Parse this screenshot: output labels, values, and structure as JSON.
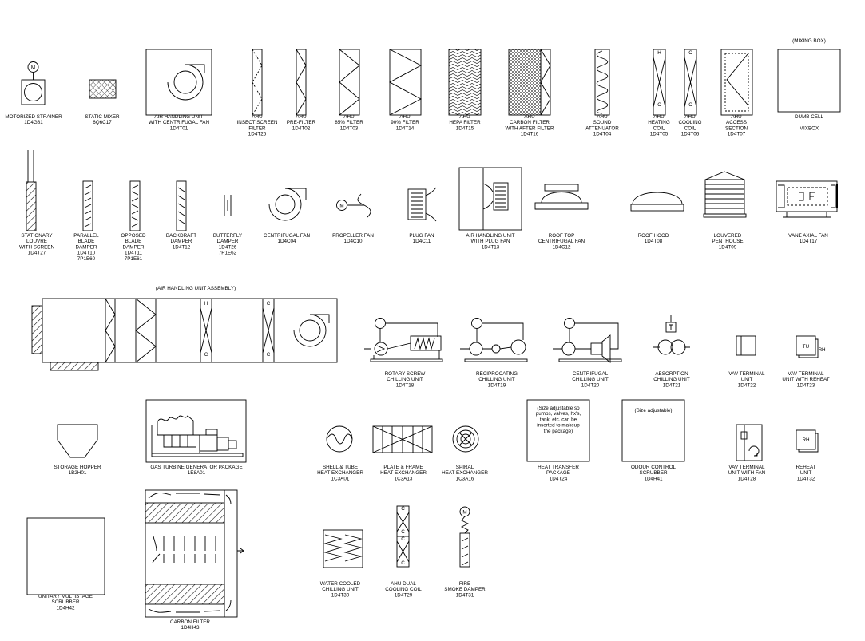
{
  "symbols": [
    {
      "id": "motorized-strainer",
      "lines": [
        "MOTORIZED STRAINER",
        "1D4G81"
      ],
      "mark": "M"
    },
    {
      "id": "static-mixer",
      "lines": [
        "STATIC MIXER",
        "6Q6C17"
      ]
    },
    {
      "id": "ahu-centrifugal-fan",
      "lines": [
        "AIR HANDLING UNIT",
        "WITH CENTRIFUGAL FAN",
        "1D4T01"
      ]
    },
    {
      "id": "ahu-insect-screen-filter",
      "lines": [
        "AHU",
        "INSECT SCREEN",
        "FILTER",
        "1D4T25"
      ]
    },
    {
      "id": "ahu-pre-filter",
      "lines": [
        "AHU",
        "PRE-FILTER",
        "1D4T02"
      ]
    },
    {
      "id": "ahu-85-filter",
      "lines": [
        "AHU",
        "85% FILTER",
        "1D4T03"
      ]
    },
    {
      "id": "ahu-90-filter",
      "lines": [
        "AHU",
        "90% FILTER",
        "1D4T14"
      ]
    },
    {
      "id": "ahu-hepa-filter",
      "lines": [
        "AHU",
        "HEPA FILTER",
        "1D4T15"
      ]
    },
    {
      "id": "ahu-carbon-filter",
      "lines": [
        "AHU",
        "CARBON FILTER",
        "WITH AFTER FILTER",
        "1D4T16"
      ]
    },
    {
      "id": "ahu-sound-attenuator",
      "lines": [
        "AHU",
        "SOUND",
        "ATTENUATOR",
        "1D4T04"
      ]
    },
    {
      "id": "ahu-heating-coil",
      "lines": [
        "AHU",
        "HEATING",
        "COIL",
        "1D4T05"
      ],
      "marks": [
        "H",
        "C"
      ]
    },
    {
      "id": "ahu-cooling-coil",
      "lines": [
        "AHU",
        "COOLING",
        "COIL",
        "1D4T06"
      ],
      "marks": [
        "C",
        "C"
      ]
    },
    {
      "id": "ahu-access-section",
      "lines": [
        "AHU",
        "ACCESS",
        "SECTION",
        "1D4T07"
      ]
    },
    {
      "id": "dumb-cell",
      "lines": [
        "DUMB CELL",
        "",
        "MIXBOX"
      ],
      "top": "(MIXING BOX)"
    },
    {
      "id": "stationary-louvre",
      "lines": [
        "STATIONARY",
        "LOUVRE",
        "WITH SCREEN",
        "1D4T27"
      ]
    },
    {
      "id": "parallel-blade-damper",
      "lines": [
        "PARALLEL",
        "BLADE",
        "DAMPER",
        "1D4T10",
        "7P1E60"
      ]
    },
    {
      "id": "opposed-blade-damper",
      "lines": [
        "OPPOSED",
        "BLADE",
        "DAMPER",
        "1D4T11",
        "7P1E61"
      ]
    },
    {
      "id": "backdraft-damper",
      "lines": [
        "BACKDRAFT",
        "DAMPER",
        "1D4T12"
      ]
    },
    {
      "id": "butterfly-damper",
      "lines": [
        "BUTTERFLY",
        "DAMPER",
        "1D4T26",
        "7P1E62"
      ]
    },
    {
      "id": "centrifugal-fan",
      "lines": [
        "CENTRIFUGAL FAN",
        "1D4C04"
      ]
    },
    {
      "id": "propeller-fan",
      "lines": [
        "PROPELLER FAN",
        "1D4C10"
      ],
      "mark": "M"
    },
    {
      "id": "plug-fan",
      "lines": [
        "PLUG FAN",
        "1D4C11"
      ]
    },
    {
      "id": "ahu-plug-fan",
      "lines": [
        "AIR HANDLING UNIT",
        "WITH PLUG FAN",
        "1D4T13"
      ]
    },
    {
      "id": "roof-top-centrifugal-fan",
      "lines": [
        "ROOF TOP",
        "CENTRIFUGAL FAN",
        "1D4C12"
      ]
    },
    {
      "id": "roof-hood",
      "lines": [
        "ROOF HOOD",
        "1D4T08"
      ]
    },
    {
      "id": "louvered-penthouse",
      "lines": [
        "LOUVERED",
        "PENTHOUSE",
        "1D4T09"
      ]
    },
    {
      "id": "vane-axial-fan",
      "lines": [
        "VANE AXIAL FAN",
        "1D4T17"
      ]
    },
    {
      "id": "ahu-assembly",
      "lines": [],
      "top": "(AIR HANDLING UNIT ASSEMBLY)",
      "marks": [
        "H",
        "C",
        "C",
        "C"
      ]
    },
    {
      "id": "rotary-screw-chilling-unit",
      "lines": [
        "ROTARY SCREW",
        "CHILLING UNIT",
        "1D4T18"
      ]
    },
    {
      "id": "reciprocating-chilling-unit",
      "lines": [
        "RECIPROCATING",
        "CHILLING UNIT",
        "1D4T19"
      ]
    },
    {
      "id": "centrifugal-chilling-unit",
      "lines": [
        "CENTRIFUGAL",
        "CHILLING UNIT",
        "1D4T20"
      ]
    },
    {
      "id": "absorption-chilling-unit",
      "lines": [
        "ABSORPTION",
        "CHILLING UNIT",
        "1D4T21"
      ]
    },
    {
      "id": "vav-terminal-unit",
      "lines": [
        "VAV TERMINAL",
        "UNIT",
        "1D4T22"
      ]
    },
    {
      "id": "vav-terminal-reheat",
      "lines": [
        "VAV TERMINAL",
        "UNIT WITH REHEAT",
        "1D4T23"
      ],
      "marks": [
        "TU",
        "RH"
      ]
    },
    {
      "id": "storage-hopper",
      "lines": [
        "STORAGE HOPPER",
        "1B2H01"
      ]
    },
    {
      "id": "gas-turbine-generator",
      "lines": [
        "GAS TURBINE GENERATOR PACKAGE",
        "1E8A01"
      ]
    },
    {
      "id": "shell-tube-hx",
      "lines": [
        "SHELL & TUBE",
        "HEAT EXCHANGER",
        "1C3A01"
      ]
    },
    {
      "id": "plate-frame-hx",
      "lines": [
        "PLATE & FRAME",
        "HEAT EXCHANGER",
        "1C3A13"
      ]
    },
    {
      "id": "spiral-hx",
      "lines": [
        "SPIRAL",
        "HEAT EXCHANGER",
        "1C3A16"
      ]
    },
    {
      "id": "heat-transfer-package",
      "lines": [
        "HEAT TRANSFER",
        "PACKAGE",
        "1D4T24"
      ],
      "note": [
        "(Size adjustable so",
        "pumps, valves, hx's,",
        "tank, etc. can be",
        "inserted to makeup",
        "the package)"
      ]
    },
    {
      "id": "odour-control-scrubber",
      "lines": [
        "ODOUR CONTROL",
        "SCRUBBER",
        "1D4H41"
      ],
      "note": [
        "(Size adjustable)"
      ]
    },
    {
      "id": "vav-terminal-fan",
      "lines": [
        "VAV TERMINAL",
        "UNIT WITH FAN",
        "1D4T28"
      ]
    },
    {
      "id": "reheat-unit",
      "lines": [
        "REHEAT",
        "UNIT",
        "1D4T32"
      ],
      "marks": [
        "RH"
      ]
    },
    {
      "id": "unitary-multistage-scrubber",
      "lines": [
        "UNITARY MULTISTAGE",
        "SCRUBBER",
        "1D4H42"
      ]
    },
    {
      "id": "carbon-filter",
      "lines": [
        "CARBON FILTER",
        "1D4H43"
      ]
    },
    {
      "id": "water-cooled-chilling-unit",
      "lines": [
        "WATER COOLED",
        "CHILLING UNIT",
        "1D4T30"
      ]
    },
    {
      "id": "ahu-dual-cooling-coil",
      "lines": [
        "AHU DUAL",
        "COOLING COIL",
        "1D4T29"
      ],
      "marks": [
        "C",
        "C",
        "C",
        "C"
      ]
    },
    {
      "id": "fire-smoke-damper",
      "lines": [
        "FIRE",
        "SMOKE DAMPER",
        "1D4T31"
      ],
      "mark": "M"
    }
  ]
}
